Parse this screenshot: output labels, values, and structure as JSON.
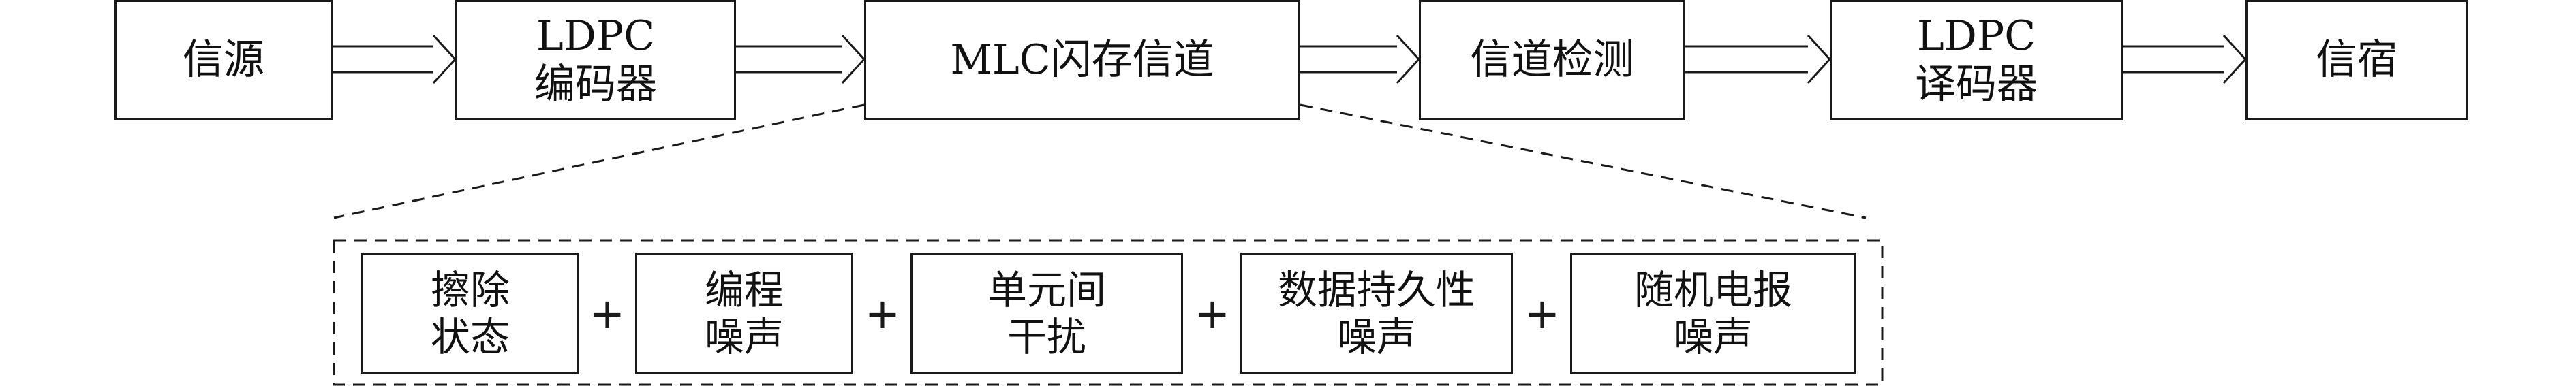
{
  "pipeline": [
    {
      "label": "信源"
    },
    {
      "label": "LDPC\n编码器"
    },
    {
      "label": "MLC闪存信道"
    },
    {
      "label": "信道检测"
    },
    {
      "label": "LDPC\n译码器"
    },
    {
      "label": "信宿"
    }
  ],
  "noise_sources": [
    {
      "label": "擦除\n状态"
    },
    {
      "label": "编程\n噪声"
    },
    {
      "label": "单元间\n干扰"
    },
    {
      "label": "数据持久性\n噪声"
    },
    {
      "label": "随机电报\n噪声"
    }
  ],
  "plus_symbol": "+",
  "colors": {
    "stroke": "#1a1a1a",
    "background": "#ffffff"
  }
}
